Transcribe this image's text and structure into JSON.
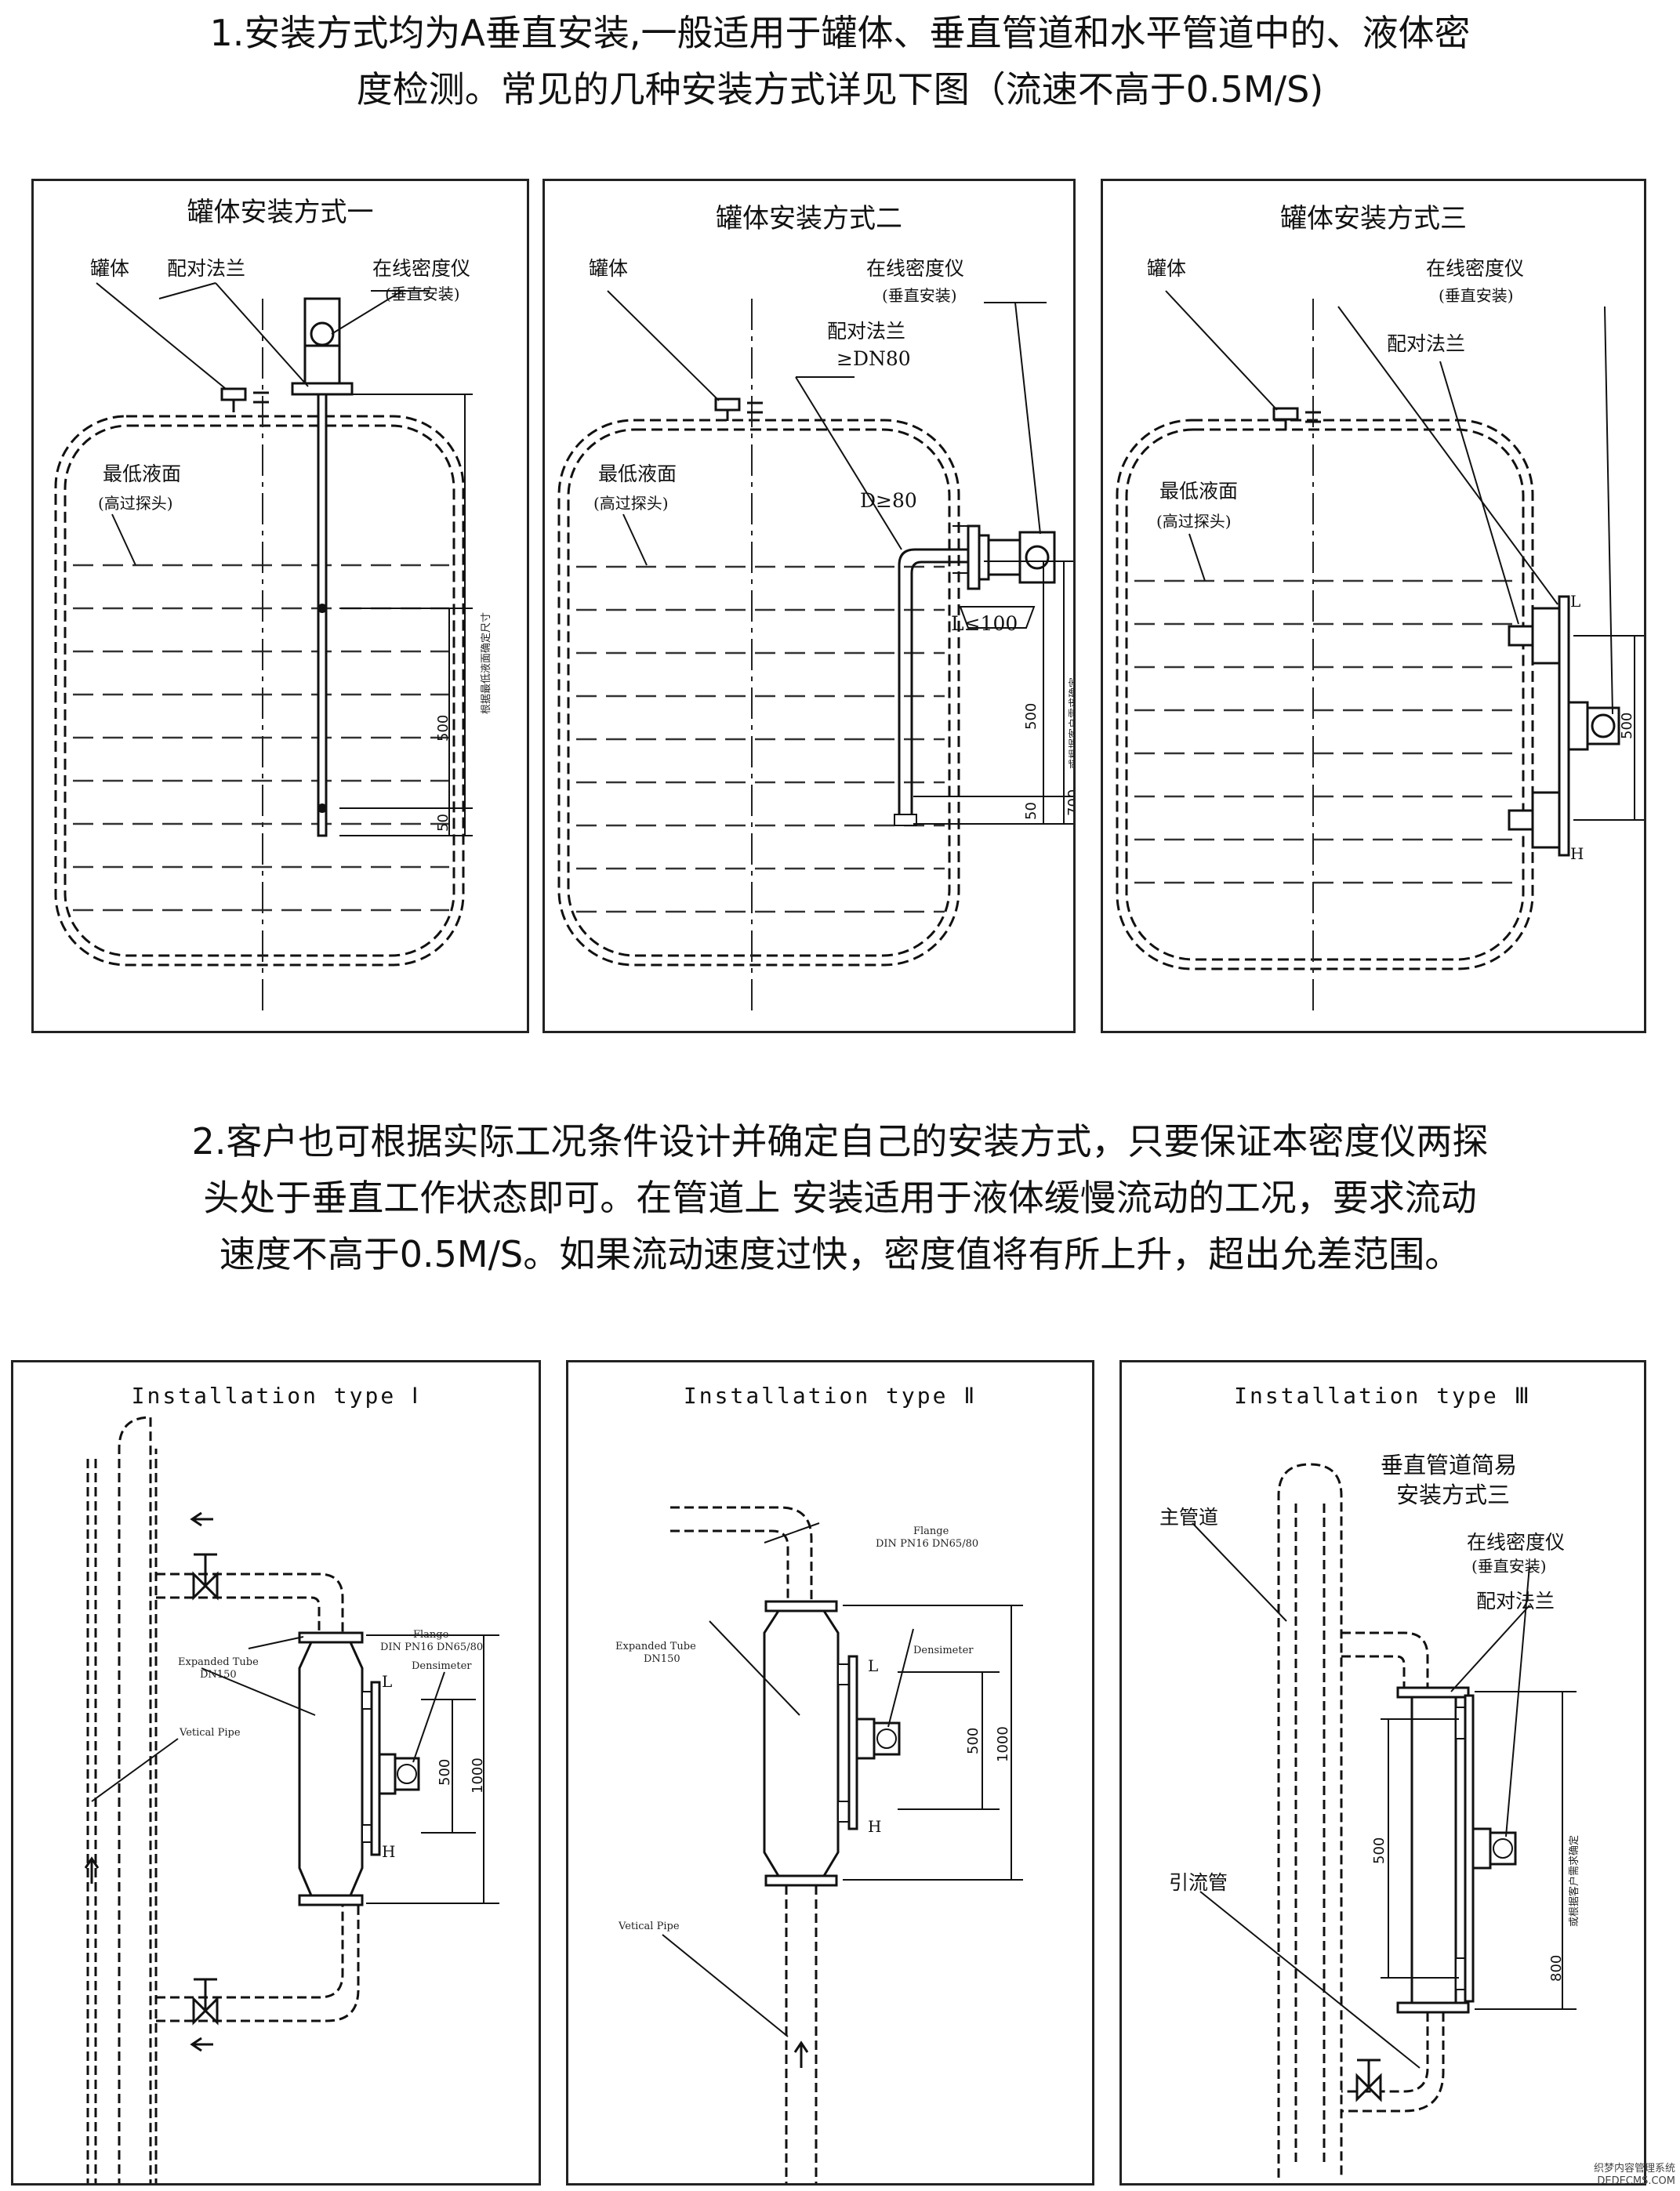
{
  "paragraph1": {
    "line1": "1.安装方式均为A垂直安装,一般适用于罐体、垂直管道和水平管道中的、液体密",
    "line2": "度检测。常见的几种安装方式详见下图（流速不高于0.5M/S)"
  },
  "tank_panels": [
    {
      "title": "罐体安装方式一",
      "labels": {
        "tank": "罐体",
        "flange": "配对法兰",
        "meter": "在线密度仪",
        "meter_note": "(垂直安装)",
        "min_level": "最低液面",
        "min_level_note": "(高过探头)"
      },
      "dims": {
        "d500": "500",
        "d50": "50",
        "note": "根据最低液面确定尺寸"
      }
    },
    {
      "title": "罐体安装方式二",
      "labels": {
        "tank": "罐体",
        "meter": "在线密度仪",
        "meter_note": "(垂直安装)",
        "flange": "配对法兰",
        "flange_spec": "≥DN80",
        "min_level": "最低液面",
        "min_level_note": "(高过探头)",
        "d_spec": "D≥80",
        "l_spec": "L≤100"
      },
      "dims": {
        "d500": "500",
        "d50": "50",
        "d700": "700",
        "note": "或根据客户需求确定"
      }
    },
    {
      "title": "罐体安装方式三",
      "labels": {
        "tank": "罐体",
        "meter": "在线密度仪",
        "meter_note": "(垂直安装)",
        "flange": "配对法兰",
        "min_level": "最低液面",
        "min_level_note": "(高过探头)",
        "L": "L",
        "H": "H"
      },
      "dims": {
        "d500": "500"
      }
    }
  ],
  "paragraph2": {
    "line1": "2.客户也可根据实际工况条件设计并确定自己的安装方式，只要保证本密度仪两探",
    "line2": "头处于垂直工作状态即可。在管道上 安装适用于液体缓慢流动的工况，要求流动",
    "line3": "速度不高于0.5M/S。如果流动速度过快，密度值将有所上升，超出允差范围。"
  },
  "pipe_panels": [
    {
      "title": "Installation type Ⅰ",
      "labels": {
        "flange": "Flange",
        "flange_spec": "DIN PN16 DN65/80",
        "tube": "Expanded Tube",
        "tube_spec": "DN150",
        "densimeter": "Densimeter",
        "pipe": "Vetical Pipe",
        "L": "L",
        "H": "H"
      },
      "dims": {
        "d500": "500",
        "d1000": "1000"
      }
    },
    {
      "title": "Installation type Ⅱ",
      "labels": {
        "flange": "Flange",
        "flange_spec": "DIN PN16 DN65/80",
        "tube": "Expanded Tube",
        "tube_spec": "DN150",
        "densimeter": "Densimeter",
        "pipe": "Vetical Pipe",
        "L": "L",
        "H": "H"
      },
      "dims": {
        "d500": "500",
        "d1000": "1000"
      }
    },
    {
      "title": "Installation type Ⅲ",
      "labels": {
        "subtitle1": "垂直管道简易",
        "subtitle2": "安装方式三",
        "main_pipe": "主管道",
        "meter": "在线密度仪",
        "meter_note": "(垂直安装)",
        "flange": "配对法兰",
        "bypass": "引流管"
      },
      "dims": {
        "d500": "500",
        "d800": "800",
        "note": "或根据客户需求确定"
      }
    }
  ],
  "watermark": {
    "line1": "织梦内容管理系统",
    "line2": "DEDECMS.COM"
  }
}
